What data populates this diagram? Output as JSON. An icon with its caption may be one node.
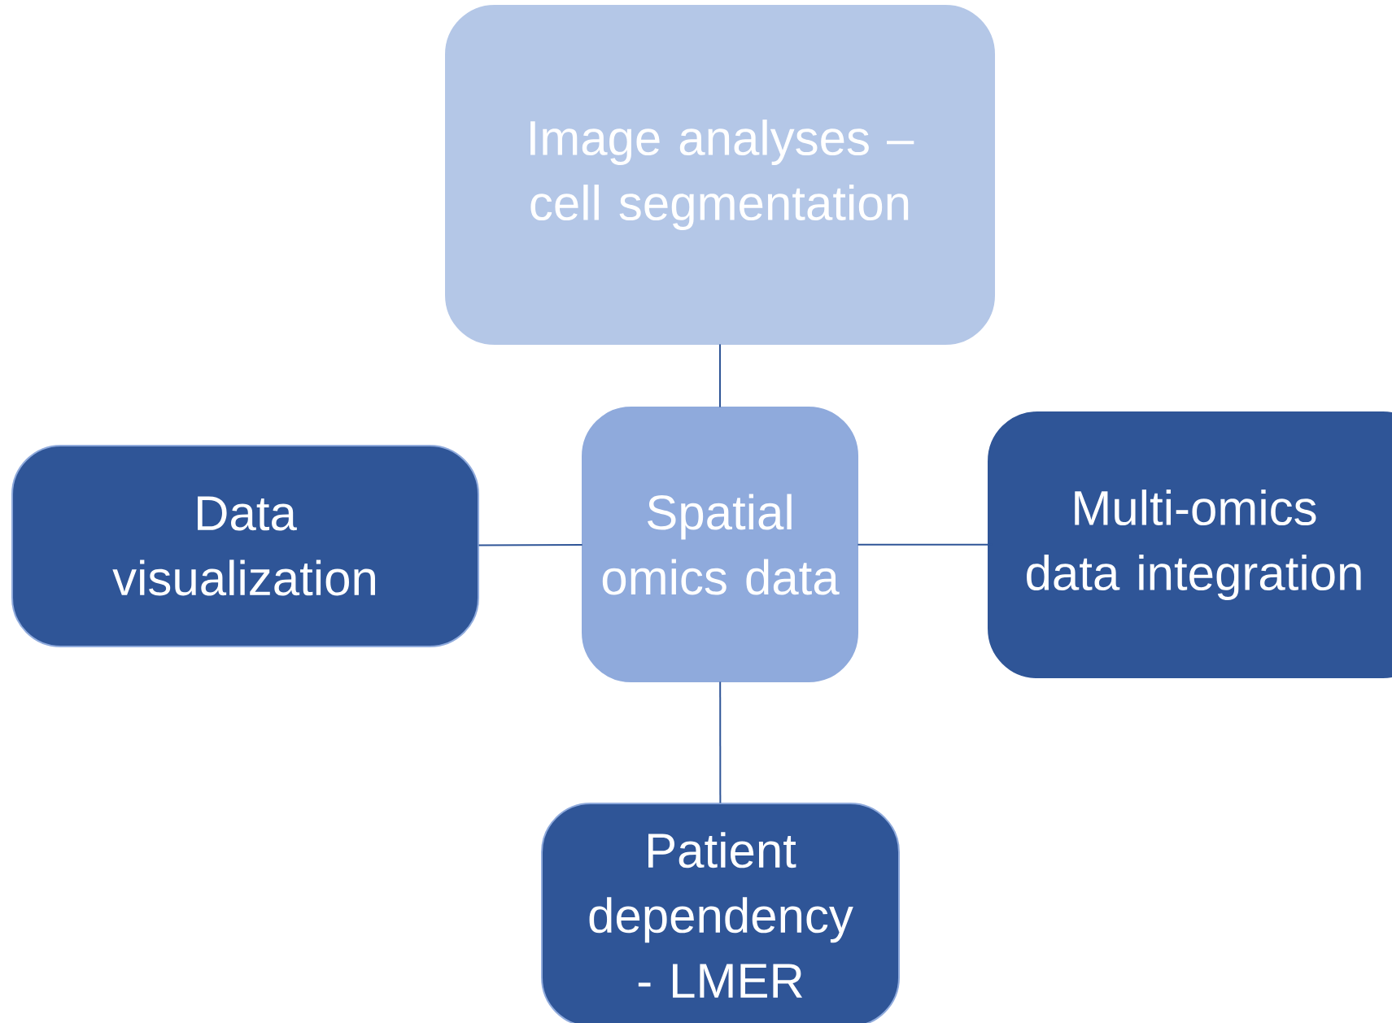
{
  "diagram": {
    "nodes": [
      {
        "text": [
          "Image analyses – cell segmentation"
        ]
      },
      {
        "text": [
          "Spatial omics data"
        ]
      },
      {
        "text": [
          "Data visualization"
        ]
      },
      {
        "text": [
          "Multi-omics data integration"
        ]
      },
      {
        "text": [
          "Patient dependency - LMER"
        ]
      }
    ],
    "edges": [
      {
        "from": 1,
        "to": 0,
        "arrow": "none"
      },
      {
        "from": 1,
        "to": 2,
        "arrow": "none"
      },
      {
        "from": 1,
        "to": 3,
        "arrow": "none"
      },
      {
        "from": 1,
        "to": 4,
        "arrow": "none"
      }
    ]
  }
}
